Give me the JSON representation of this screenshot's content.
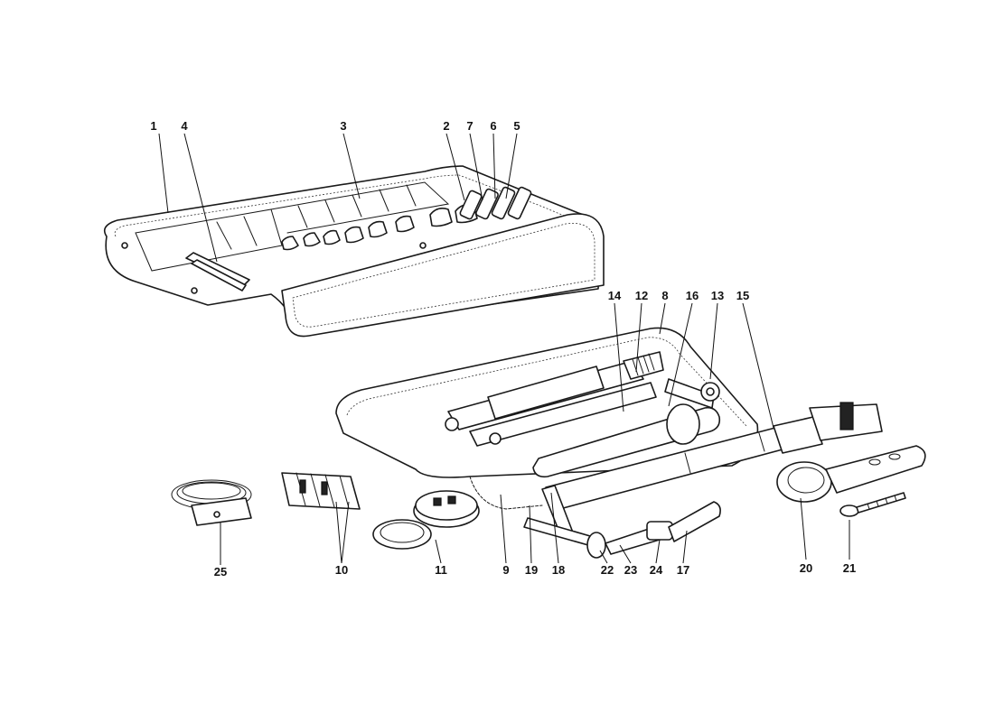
{
  "callouts": [
    {
      "id": "1",
      "label": "1"
    },
    {
      "id": "2",
      "label": "2"
    },
    {
      "id": "3",
      "label": "3"
    },
    {
      "id": "4",
      "label": "4"
    },
    {
      "id": "5",
      "label": "5"
    },
    {
      "id": "6",
      "label": "6"
    },
    {
      "id": "7",
      "label": "7"
    },
    {
      "id": "8",
      "label": "8"
    },
    {
      "id": "9",
      "label": "9"
    },
    {
      "id": "10",
      "label": "10"
    },
    {
      "id": "11",
      "label": "11"
    },
    {
      "id": "12",
      "label": "12"
    },
    {
      "id": "13",
      "label": "13"
    },
    {
      "id": "14",
      "label": "14"
    },
    {
      "id": "15",
      "label": "15"
    },
    {
      "id": "16",
      "label": "16"
    },
    {
      "id": "17",
      "label": "17"
    },
    {
      "id": "18",
      "label": "18"
    },
    {
      "id": "19",
      "label": "19"
    },
    {
      "id": "20",
      "label": "20"
    },
    {
      "id": "21",
      "label": "21"
    },
    {
      "id": "22",
      "label": "22"
    },
    {
      "id": "23",
      "label": "23"
    },
    {
      "id": "24",
      "label": "24"
    },
    {
      "id": "25",
      "label": "25"
    }
  ],
  "colors": {
    "ink": "#1a1a1a",
    "paper": "#ffffff"
  }
}
